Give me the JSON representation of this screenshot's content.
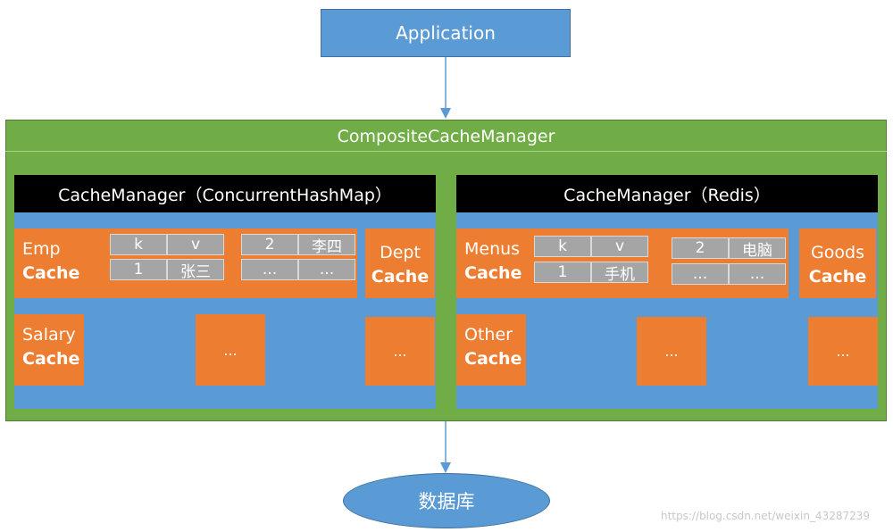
{
  "application": "Application",
  "composite": "CompositeCacheManager",
  "left": {
    "header": "CacheManager（ConcurrentHashMap）",
    "emp": {
      "name": "Emp",
      "cache": "Cache",
      "kv": [
        [
          "k",
          "v"
        ],
        [
          "1",
          "张三"
        ]
      ],
      "kv2": [
        [
          "2",
          "李四"
        ],
        [
          "...",
          "..."
        ]
      ]
    },
    "dept": {
      "name": "Dept",
      "cache": "Cache"
    },
    "salary": {
      "name": "Salary",
      "cache": "Cache"
    },
    "more1": "...",
    "more2": "..."
  },
  "right": {
    "header": "CacheManager（Redis）",
    "menus": {
      "name": "Menus",
      "cache": "Cache",
      "kv": [
        [
          "k",
          "v"
        ],
        [
          "1",
          "手机"
        ]
      ],
      "kv2": [
        [
          "2",
          "电脑"
        ],
        [
          "...",
          "..."
        ]
      ]
    },
    "goods": {
      "name": "Goods",
      "cache": "Cache"
    },
    "other": {
      "name": "Other",
      "cache": "Cache"
    },
    "more1": "...",
    "more2": "..."
  },
  "database": "数据库",
  "watermark": "https://blog.csdn.net/weixin_43287239",
  "colors": {
    "blue": "#5b9bd5",
    "green": "#70ad47",
    "orange": "#ed7d31",
    "gray": "#a5a5a5",
    "black": "#000000"
  }
}
